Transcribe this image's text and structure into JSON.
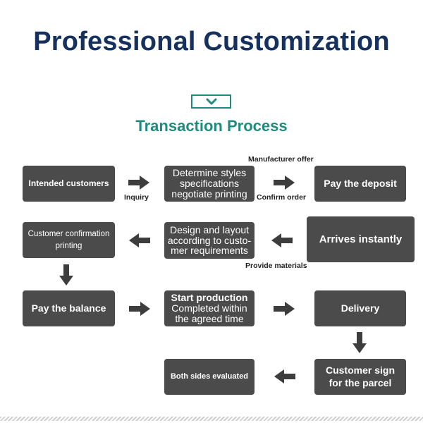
{
  "title": "Professional Customization",
  "subtitle": "Transaction Process",
  "icons": {
    "toggle": "chevron-down-icon",
    "flow": "arrow-icon"
  },
  "colors": {
    "title": "#17315f",
    "accent": "#1f8b7e",
    "box": "#4b4b4b"
  },
  "steps": {
    "intended_customers": "Intended customers",
    "determine_styles": [
      "Determine styles",
      "specifications",
      "negotiate printing"
    ],
    "pay_deposit": "Pay the deposit",
    "customer_confirmation": [
      "Customer confirmation",
      "printing"
    ],
    "design_layout": [
      "Design and layout",
      "according to custo-",
      "mer requirements"
    ],
    "arrives_instantly": "Arrives instantly",
    "pay_balance": "Pay the balance",
    "start_production": [
      "Start production",
      "Completed within",
      "the agreed time"
    ],
    "delivery": "Delivery",
    "both_sides": "Both sides evaluated",
    "customer_sign": [
      "Customer sign",
      "for the parcel"
    ]
  },
  "labels": {
    "inquiry": "Inquiry",
    "manufacturer_offer": "Manufacturer offer",
    "confirm_order": "Confirm order",
    "provide_materials": "Provide materials"
  }
}
